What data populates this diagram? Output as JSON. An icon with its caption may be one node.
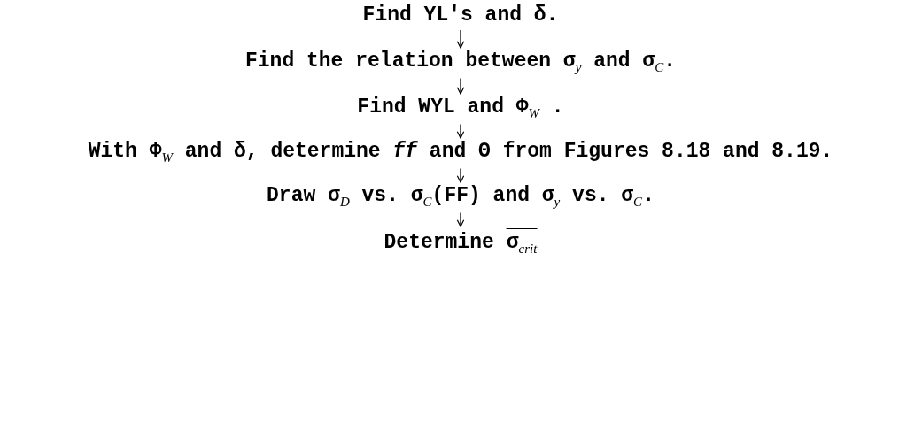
{
  "diagram": {
    "nodes": [
      {
        "text": [
          "Find YL's and δ."
        ]
      },
      {
        "text": [
          "Find the relation between σ$_{y}$ and σ$_{C}$."
        ]
      },
      {
        "text": [
          "Find WYL and Φ$_{W}$ ."
        ]
      },
      {
        "text": [
          "With Φ$_{W}$ and δ, determine *ff* and Θ from Figures 8.18 and 8.19."
        ]
      },
      {
        "text": [
          "Draw σ$_{D}$ vs. σ$_{C}$(FF) and σ$_{y}$ vs. σ$_{C}$."
        ]
      },
      {
        "text": [
          "Determine",
          "σ$_{crit}$"
        ]
      }
    ],
    "edges": [
      {
        "from": 0,
        "to": 1,
        "arrow": "to"
      },
      {
        "from": 1,
        "to": 2,
        "arrow": "to"
      },
      {
        "from": 2,
        "to": 3,
        "arrow": "to"
      },
      {
        "from": 3,
        "to": 4,
        "arrow": "to"
      },
      {
        "from": 4,
        "to": 5,
        "arrow": "to"
      }
    ]
  }
}
